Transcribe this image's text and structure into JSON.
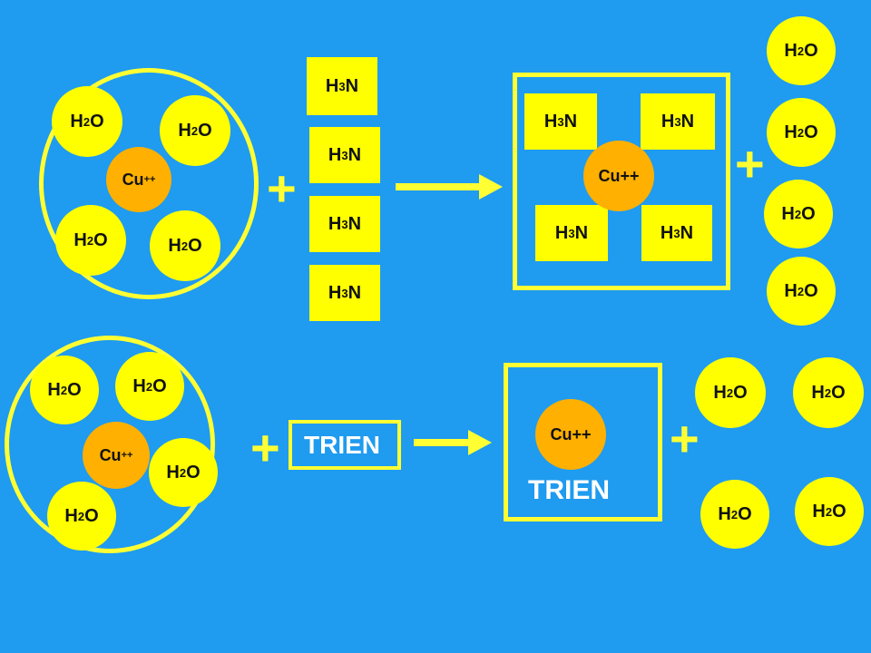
{
  "colors": {
    "background": "#1f9bf0",
    "yellow": "#ffff00",
    "copper": "#ffb000"
  },
  "water": {
    "main": "H",
    "sub": "2",
    "end": "O"
  },
  "ammonia": {
    "main": "H",
    "sub": "3",
    "end": "N"
  },
  "cu_ion": {
    "base": "Cu",
    "charge": "++"
  },
  "cu_complex_label": "Cu++",
  "plus": "+",
  "trien_label": "TRIEN"
}
